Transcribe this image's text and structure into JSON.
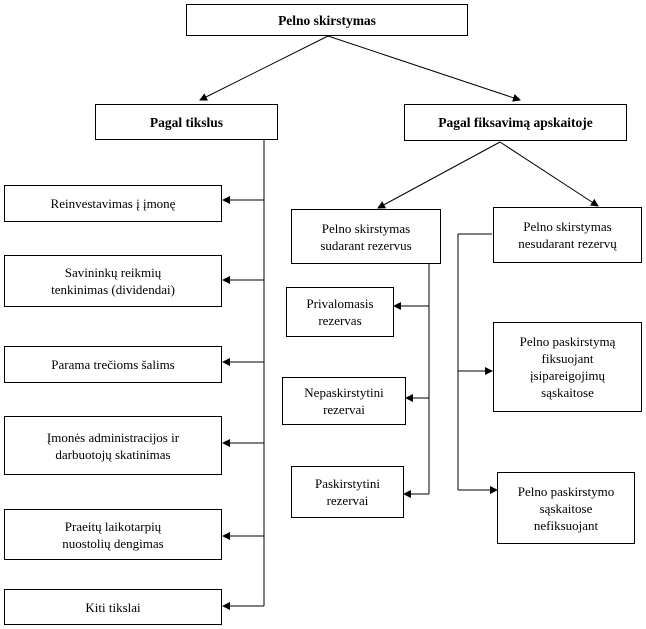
{
  "title": "Pelno skirstymas",
  "branches": {
    "purpose": "Pagal tikslus",
    "accounting": "Pagal fiksavimą apskaitoje"
  },
  "purpose_items": [
    "Reinvestavimas į įmonę",
    "Savininkų reikmių\ntenkinimas (dividendai)",
    "Parama trečioms šalims",
    "Įmonės administracijos ir\ndarbuotojų skatinimas",
    "Praeitų laikotarpių\nnuostolių dengimas",
    "Kiti tikslai"
  ],
  "reserves": {
    "label": "Pelno skirstymas\nsudarant rezervus",
    "items": [
      "Privalomasis\nrezervas",
      "Nepaskirstytini\nrezervai",
      "Paskirstytini\nrezervai"
    ]
  },
  "no_reserves": {
    "label": "Pelno skirstymas\nnesudarant rezervų",
    "items": [
      "Pelno paskirstymą\nfiksuojant\nįsipareigojimų\nsąskaitose",
      "Pelno paskirstymo\nsąskaitose\nnefiksuojant"
    ]
  }
}
